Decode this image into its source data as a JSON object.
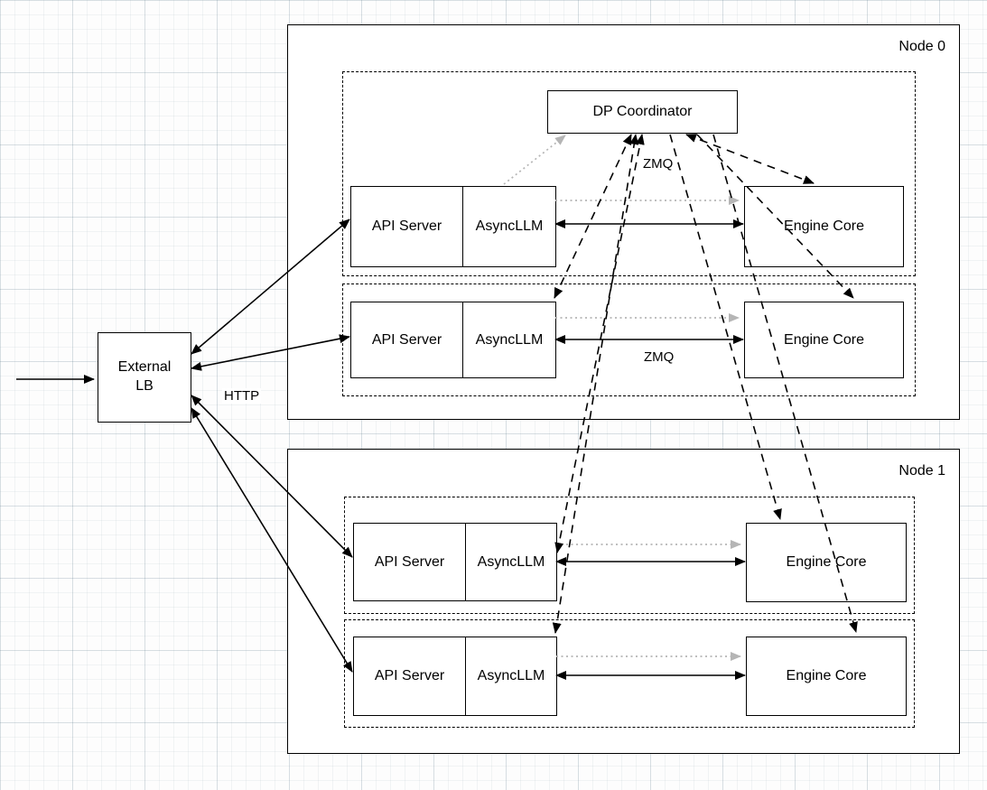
{
  "external_lb": {
    "label": "External\nLB"
  },
  "edge_labels": {
    "http": "HTTP",
    "zmq_coordinator": "ZMQ",
    "zmq_engine": "ZMQ"
  },
  "node0": {
    "title": "Node 0",
    "coordinator_label": "DP Coordinator",
    "rows": [
      {
        "api": "API Server",
        "async": "AsyncLLM",
        "engine": "Engine Core"
      },
      {
        "api": "API Server",
        "async": "AsyncLLM",
        "engine": "Engine Core"
      }
    ]
  },
  "node1": {
    "title": "Node 1",
    "rows": [
      {
        "api": "API Server",
        "async": "AsyncLLM",
        "engine": "Engine Core"
      },
      {
        "api": "API Server",
        "async": "AsyncLLM",
        "engine": "Engine Core"
      }
    ]
  }
}
